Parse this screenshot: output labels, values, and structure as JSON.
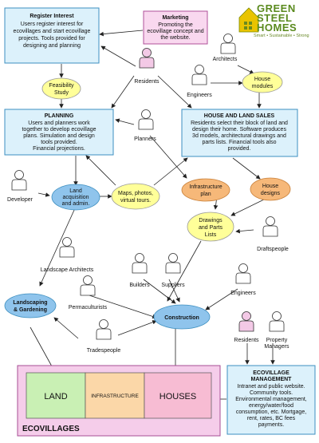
{
  "logo": {
    "line1": "GREEN",
    "line2": "STEEL",
    "line3": "HOMES",
    "tagline": "Smart • Sustainable • Strong"
  },
  "boxes": {
    "register": {
      "title": "Register Interest",
      "lines": [
        "Users register interest for",
        "ecovillages and start ecovillage",
        "projects.  Tools provided for",
        "designing and planning"
      ]
    },
    "marketing": {
      "title": "Marketing",
      "lines": [
        "Promoting the",
        "ecovillage concept and",
        "the website."
      ]
    },
    "planning": {
      "title": "PLANNING",
      "lines": [
        "Users and planners work",
        "together to develop ecovillage",
        "plans.  Simulation and design",
        "tools provided.",
        "Financial projections."
      ]
    },
    "house_land": {
      "title": "HOUSE AND LAND SALES",
      "lines": [
        "Residents select their block of land and",
        "design their home.  Software produces",
        "3d models, architectural drawings and",
        "parts lists.  Financial tools also",
        "provided."
      ]
    },
    "eco_mgmt": {
      "title": "ECOVILLAGE",
      "title2": "MANAGEMENT",
      "lines": [
        "Intranet and public website.",
        "Community tools.",
        "Environmental management,",
        "energy/water/food",
        "consumption, etc.  Mortgage,",
        "rent, rates, BC fees",
        "payments."
      ]
    }
  },
  "ellipses": {
    "feasibility": [
      "Feasibility",
      "Study"
    ],
    "house_modules": [
      "House",
      "modules"
    ],
    "land_acq": [
      "Land",
      "acquisition",
      "and admin."
    ],
    "maps": [
      "Maps, photos,",
      "virtual tours."
    ],
    "infrastructure": [
      "Infrastructure",
      "plan"
    ],
    "house_designs": [
      "House",
      "designs"
    ],
    "drawings": [
      "Drawings",
      "and Parts",
      "Lists"
    ],
    "landscaping": [
      "Landscaping",
      "& Gardening"
    ],
    "construction": [
      "Construction"
    ]
  },
  "people": {
    "residents_top": "Residents",
    "architects": "Architects",
    "engineers_top": "Engineers",
    "planners": "Planners",
    "developer": "Developer",
    "landscape_architects": "Landscape Architects",
    "draftspeople": "Draftspeople",
    "builders": "Builders",
    "suppliers": "Suppliers",
    "engineers_mid": "Engineers",
    "permaculturists": "Permaculturists",
    "tradespeople": "Tradespeople",
    "residents_bottom": "Residents",
    "property_managers": [
      "Property",
      "Managers"
    ]
  },
  "ecovillages": {
    "label": "ECOVILLAGES",
    "land": "LAND",
    "infrastructure": "INFRASTRUCTURE",
    "houses": "HOUSES"
  },
  "colors": {
    "box_blue": "#dcf1fb",
    "box_border": "#3d8fc0",
    "marketing_pink": "#f9d8ef",
    "yellow": "#ffff99",
    "blue_ellipse": "#8fc4ec",
    "orange": "#f6b879",
    "eco_pink": "#f5cdea",
    "land_green": "#c9f0b4",
    "infra_orange": "#fbd7a8",
    "houses_pink": "#f7bcd3"
  }
}
